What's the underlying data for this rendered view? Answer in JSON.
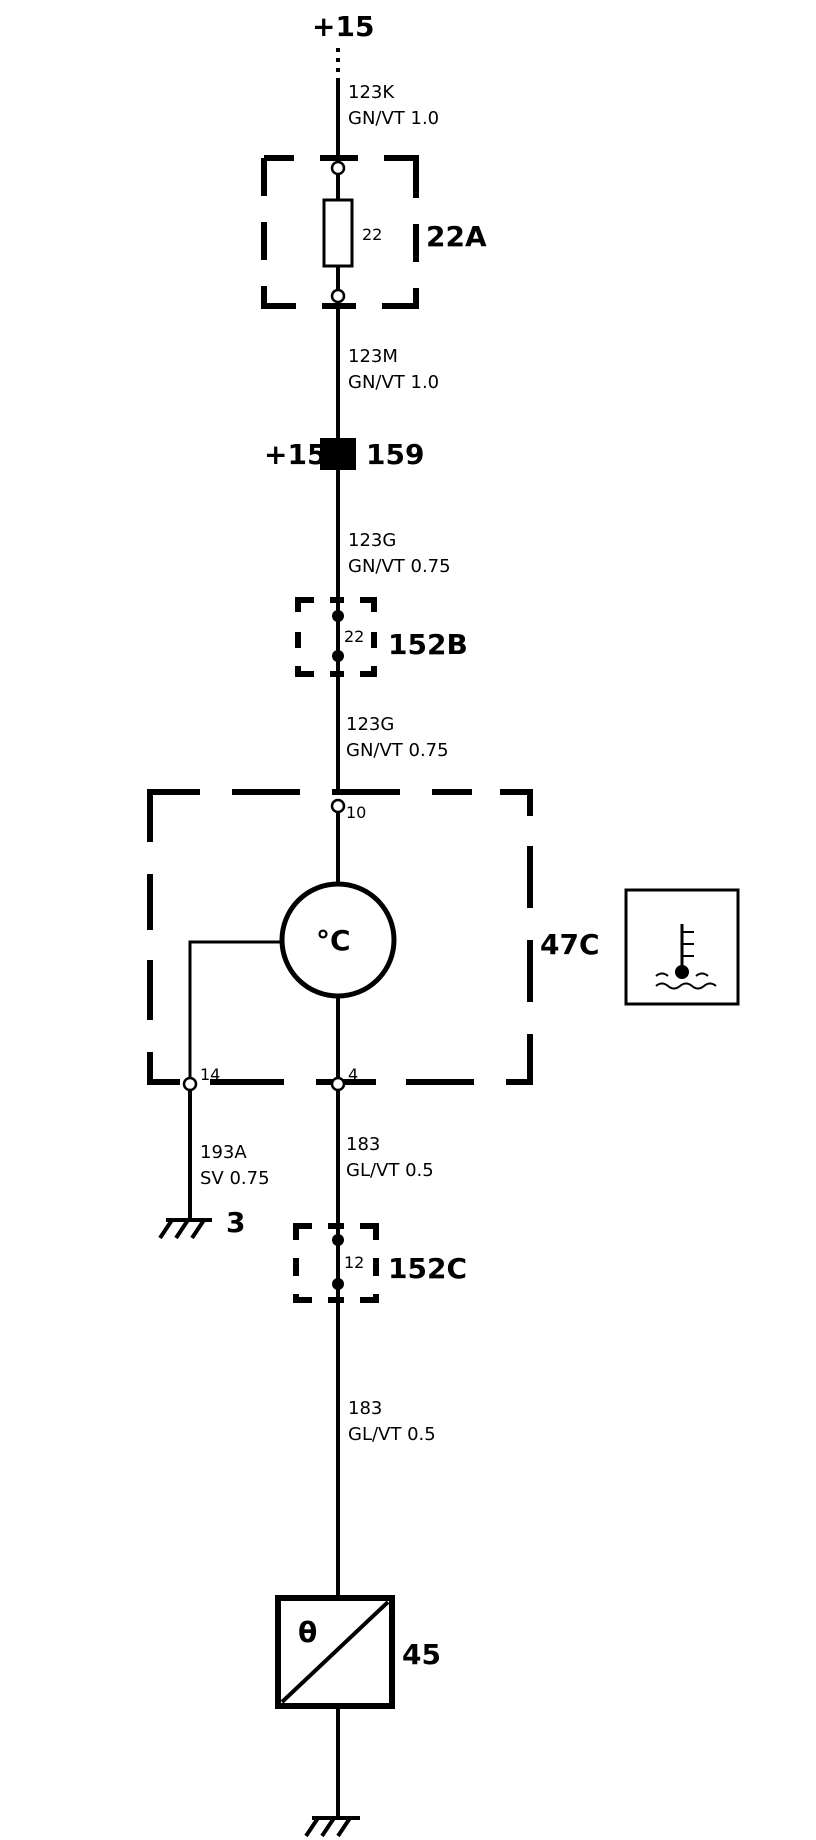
{
  "supply": {
    "top_label": "+15"
  },
  "wires": {
    "w1": {
      "id": "123K",
      "spec": "GN/VT 1.0"
    },
    "w2": {
      "id": "123M",
      "spec": "GN/VT 1.0"
    },
    "w3": {
      "id": "123G",
      "spec": "GN/VT 0.75"
    },
    "w4": {
      "id": "123G",
      "spec": "GN/VT 0.75"
    },
    "w5": {
      "id": "183",
      "spec": "GL/VT 0.5"
    },
    "w6": {
      "id": "193A",
      "spec": "SV 0.75"
    },
    "w7": {
      "id": "183",
      "spec": "GL/VT 0.5"
    }
  },
  "fuse": {
    "number": "22",
    "block": "22A"
  },
  "junction": {
    "left": "+15",
    "right": "159"
  },
  "connector_152b": {
    "pin": "22",
    "name": "152B"
  },
  "sensor": {
    "symbol": "°C",
    "name": "47C",
    "pin_top": "10",
    "pin_left": "14",
    "pin_right": "4"
  },
  "ground": {
    "label": "3"
  },
  "connector_152c": {
    "pin": "12",
    "name": "152C"
  },
  "gauge": {
    "symbol": "θ",
    "name": "45"
  }
}
